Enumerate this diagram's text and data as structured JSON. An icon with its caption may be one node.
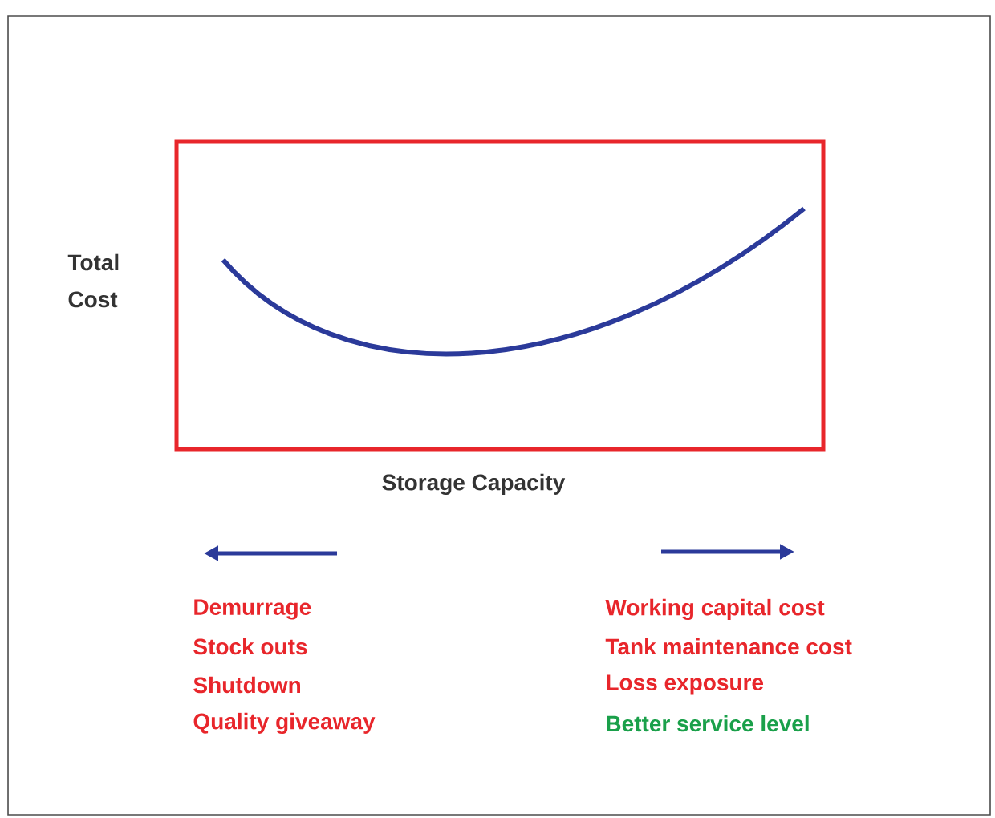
{
  "diagram": {
    "labels": [
      "Total Cost",
      "Storage Capacity",
      "Demurrage",
      "Stock outs",
      "Shutdown",
      "Quality giveaway",
      "Working capital cost",
      "Tank maintenance cost",
      "Loss exposure",
      "Better service level"
    ]
  }
}
